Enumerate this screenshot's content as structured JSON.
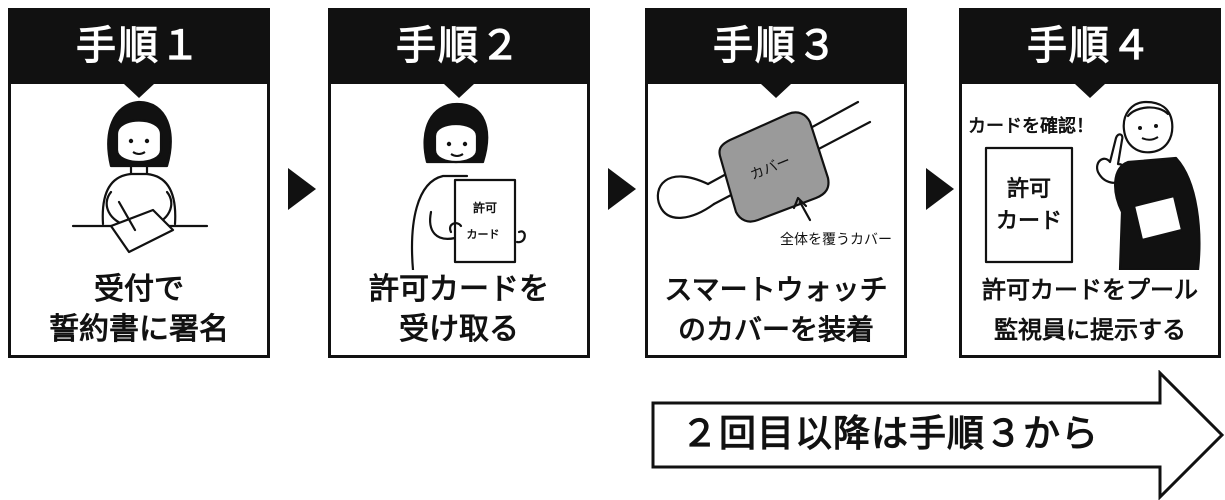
{
  "steps": [
    {
      "header": "手順１",
      "caption": [
        "受付で",
        "誓約書に署名"
      ]
    },
    {
      "header": "手順２",
      "caption": [
        "許可カードを",
        "受け取る"
      ],
      "card_text": [
        "許可",
        "カード"
      ]
    },
    {
      "header": "手順３",
      "caption": [
        "スマートウォッチ",
        "のカバーを装着"
      ],
      "cover_label": "カバー",
      "annotation": "全体を覆うカバー"
    },
    {
      "header": "手順４",
      "caption": [
        "許可カードをプール",
        "監視員に提示する"
      ],
      "speech": "カードを確認！",
      "card_text": [
        "許可",
        "カード"
      ]
    }
  ],
  "footer_arrow": {
    "label": "２回目以降は手順３から"
  },
  "colors": {
    "ink": "#111111",
    "cover_fill": "#9a9a9a",
    "background": "#ffffff"
  }
}
